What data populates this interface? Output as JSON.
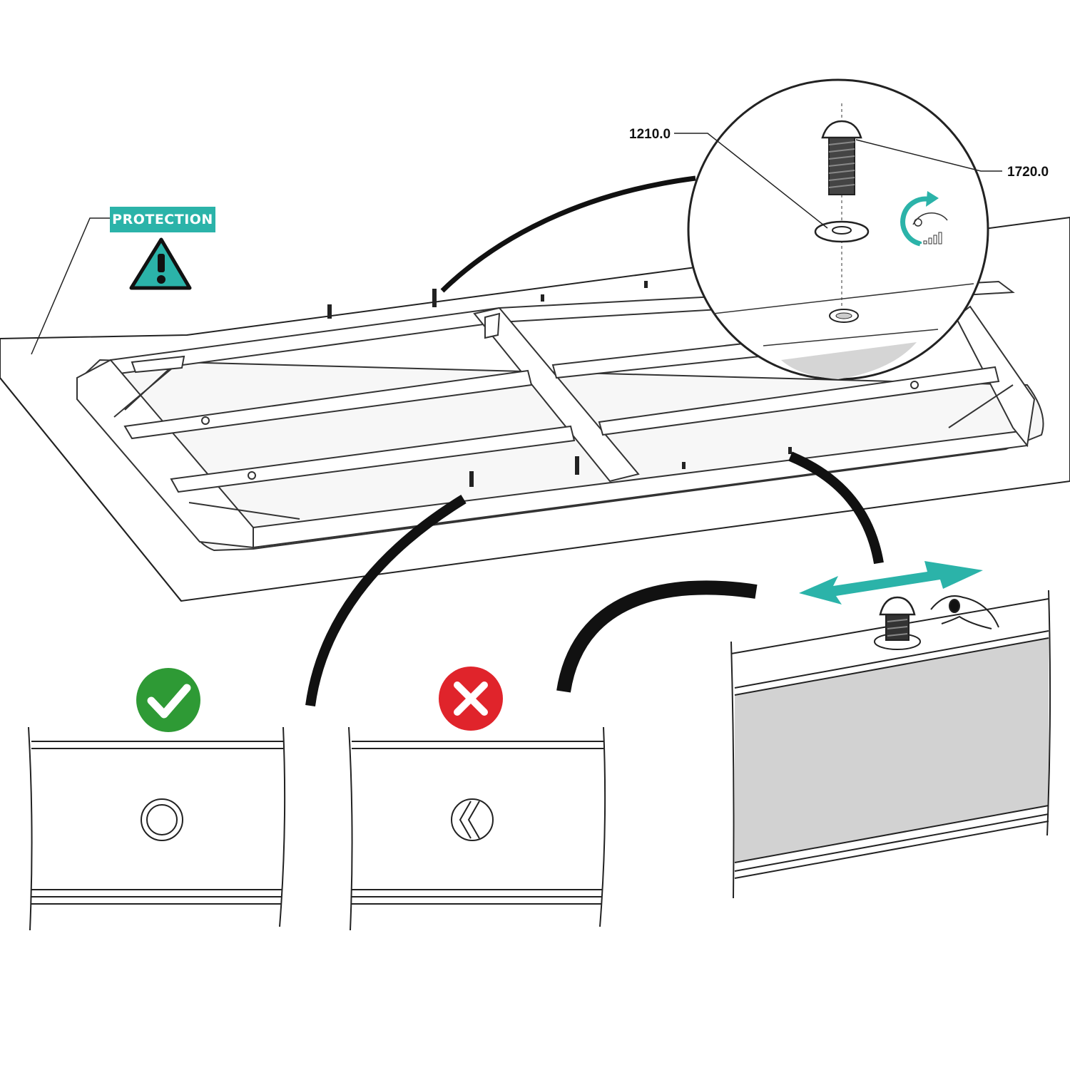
{
  "warning": {
    "label": "PROTECTION"
  },
  "callouts": {
    "washer": "1210.0",
    "bolt": "1720.0"
  },
  "icons": {
    "warning": "warning-triangle-icon",
    "tighten": "tighten-rotation-icon",
    "correct": "checkmark-icon",
    "incorrect": "cross-icon",
    "slide": "double-arrow-icon"
  },
  "colors": {
    "accent": "#2bb3a9",
    "correct": "#2e9a35",
    "incorrect": "#e0242b",
    "panel_fill": "#d2d2d2"
  }
}
